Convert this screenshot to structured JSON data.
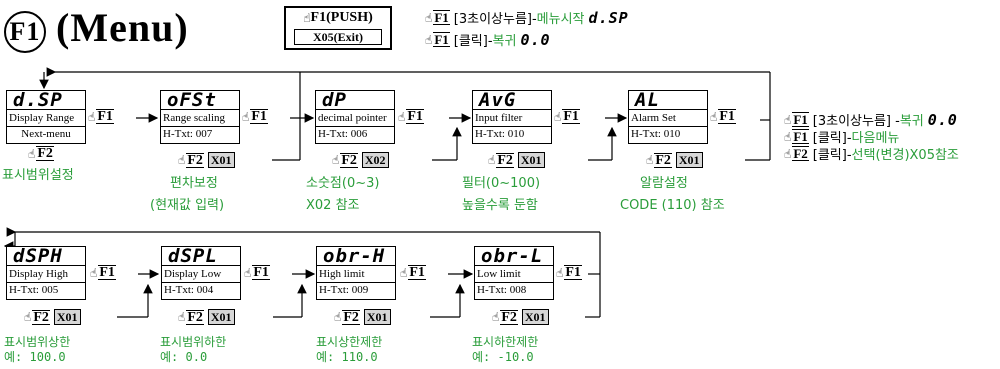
{
  "header": {
    "badge": "F1",
    "title": "(Menu)",
    "push_label": "F1(PUSH)",
    "exit_label": "X05(Exit)"
  },
  "top_notes": [
    {
      "key": "F1",
      "text": "[3초이상누름]-",
      "action": "메뉴시작",
      "code": "d.SP"
    },
    {
      "key": "F1",
      "text": "[클릭]-",
      "action": "복귀",
      "code": "0.0"
    }
  ],
  "right_notes": [
    {
      "key": "F1",
      "text": "[3초이상누름] - ",
      "action": "복귀",
      "code": "0.0"
    },
    {
      "key": "F1",
      "text": "[클릭]-",
      "action": "다음메뉴"
    },
    {
      "key": "F2",
      "text": "[클릭]-",
      "action": "선택(변경)X05참조"
    }
  ],
  "key_labels": {
    "f1": "F1",
    "f2": "F2"
  },
  "row1": [
    {
      "display": "d.SP",
      "line1": "Display Range",
      "line2": "Next-menu",
      "caption": [
        "표시범위설정"
      ]
    },
    {
      "display": "oFSt",
      "line1": "Range scaling",
      "line2": "H-Txt: 007",
      "badge": "",
      "caption": [
        "편차보정",
        "(현재값 입력)"
      ]
    },
    {
      "display": "dP",
      "line1": "decimal pointer",
      "line2": "H-Txt: 006",
      "badge": "X02",
      "caption": [
        "소숫점(0~3)",
        "X02 참조"
      ]
    },
    {
      "display": "AvG",
      "line1": "Input filter",
      "line2": "H-Txt: 010",
      "badge": "X01",
      "caption": [
        "필터(0~100)",
        "높을수록 둔함"
      ]
    },
    {
      "display": "AL",
      "line1": "Alarm Set",
      "line2": "H-Txt: 010",
      "badge": "X01",
      "caption": [
        "알람설정",
        "CODE (110) 참조"
      ]
    }
  ],
  "row2": [
    {
      "display": "dSPH",
      "line1": "Display High",
      "line2": "H-Txt: 005",
      "badge": "X01",
      "caption": [
        "표시범위상한",
        "예: 100.0"
      ]
    },
    {
      "display": "dSPL",
      "line1": "Display Low",
      "line2": "H-Txt: 004",
      "badge": "X01",
      "caption": [
        "표시범위하한",
        "예: 0.0"
      ]
    },
    {
      "display": "obr-H",
      "line1": "High limit",
      "line2": "H-Txt: 009",
      "badge": "X01",
      "caption": [
        "표시상한제한",
        "예: 110.0"
      ]
    },
    {
      "display": "obr-L",
      "line1": "Low limit",
      "line2": "H-Txt: 008",
      "badge": "X01",
      "caption": [
        "표시하한제한",
        "예: -10.0"
      ]
    }
  ]
}
